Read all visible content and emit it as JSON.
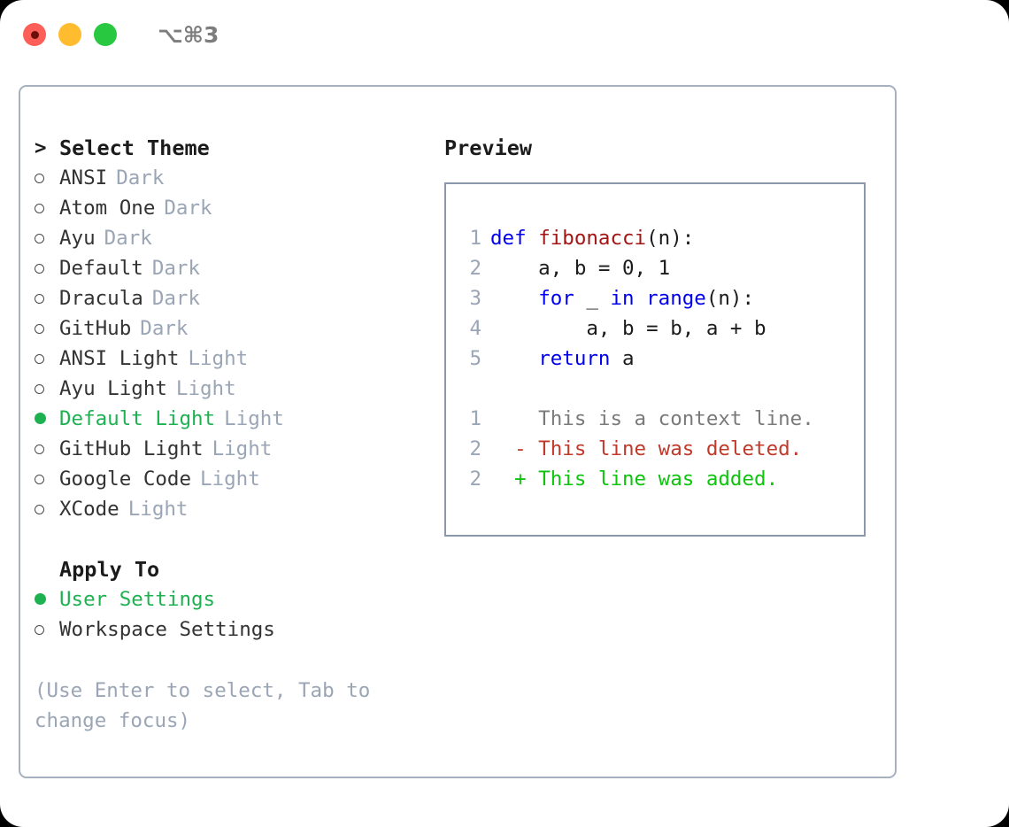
{
  "window": {
    "shortcut_label": "⌥⌘3",
    "controls": [
      "close",
      "minimize",
      "maximize"
    ]
  },
  "colors": {
    "accent_green": "#1eb152",
    "muted": "#9aa5b5",
    "keyword_blue": "#0000ee",
    "function_red": "#a31515",
    "diff_add": "#0ec40e",
    "diff_del": "#c0392b",
    "border": "#a6b0bf",
    "code_border": "#8b98ab"
  },
  "theme_picker": {
    "header": "Select Theme",
    "header_marker": ">",
    "items": [
      {
        "marker": "o",
        "label": "ANSI",
        "tag": "Dark",
        "selected": false
      },
      {
        "marker": "o",
        "label": "Atom One",
        "tag": "Dark",
        "selected": false
      },
      {
        "marker": "o",
        "label": "Ayu",
        "tag": "Dark",
        "selected": false
      },
      {
        "marker": "o",
        "label": "Default",
        "tag": "Dark",
        "selected": false
      },
      {
        "marker": "o",
        "label": "Dracula",
        "tag": "Dark",
        "selected": false
      },
      {
        "marker": "o",
        "label": "GitHub",
        "tag": "Dark",
        "selected": false
      },
      {
        "marker": "o",
        "label": "ANSI Light",
        "tag": "Light",
        "selected": false
      },
      {
        "marker": "o",
        "label": "Ayu Light",
        "tag": "Light",
        "selected": false
      },
      {
        "marker": "●",
        "label": "Default Light",
        "tag": "Light",
        "selected": true
      },
      {
        "marker": "o",
        "label": "GitHub Light",
        "tag": "Light",
        "selected": false
      },
      {
        "marker": "o",
        "label": "Google Code",
        "tag": "Light",
        "selected": false
      },
      {
        "marker": "o",
        "label": "XCode",
        "tag": "Light",
        "selected": false
      }
    ]
  },
  "apply_to": {
    "header": "Apply To",
    "items": [
      {
        "marker": "●",
        "label": "User Settings",
        "selected": true
      },
      {
        "marker": "o",
        "label": "Workspace Settings",
        "selected": false
      }
    ]
  },
  "hint": "(Use Enter to select, Tab to change focus)",
  "preview": {
    "title": "Preview",
    "code_lines": [
      {
        "num": "1",
        "tokens": [
          {
            "t": "def ",
            "c": "kw"
          },
          {
            "t": "fibonacci",
            "c": "fn"
          },
          {
            "t": "(n):",
            "c": "pl"
          }
        ]
      },
      {
        "num": "2",
        "tokens": [
          {
            "t": "    a, b = 0, 1",
            "c": "pl"
          }
        ]
      },
      {
        "num": "3",
        "tokens": [
          {
            "t": "    ",
            "c": "pl"
          },
          {
            "t": "for",
            "c": "kw"
          },
          {
            "t": " _ ",
            "c": "pl"
          },
          {
            "t": "in",
            "c": "kw"
          },
          {
            "t": " ",
            "c": "pl"
          },
          {
            "t": "range",
            "c": "kw"
          },
          {
            "t": "(n):",
            "c": "pl"
          }
        ]
      },
      {
        "num": "4",
        "tokens": [
          {
            "t": "        a, b = b, a + b",
            "c": "pl"
          }
        ]
      },
      {
        "num": "5",
        "tokens": [
          {
            "t": "    ",
            "c": "pl"
          },
          {
            "t": "return",
            "c": "kw"
          },
          {
            "t": " a",
            "c": "pl"
          }
        ]
      }
    ],
    "diff_lines": [
      {
        "num": "1",
        "sign": " ",
        "text": " This is a context line.",
        "kind": "ctx"
      },
      {
        "num": "2",
        "sign": "-",
        "text": " This line was deleted.",
        "kind": "del"
      },
      {
        "num": "2",
        "sign": "+",
        "text": " This line was added.",
        "kind": "add"
      }
    ]
  }
}
